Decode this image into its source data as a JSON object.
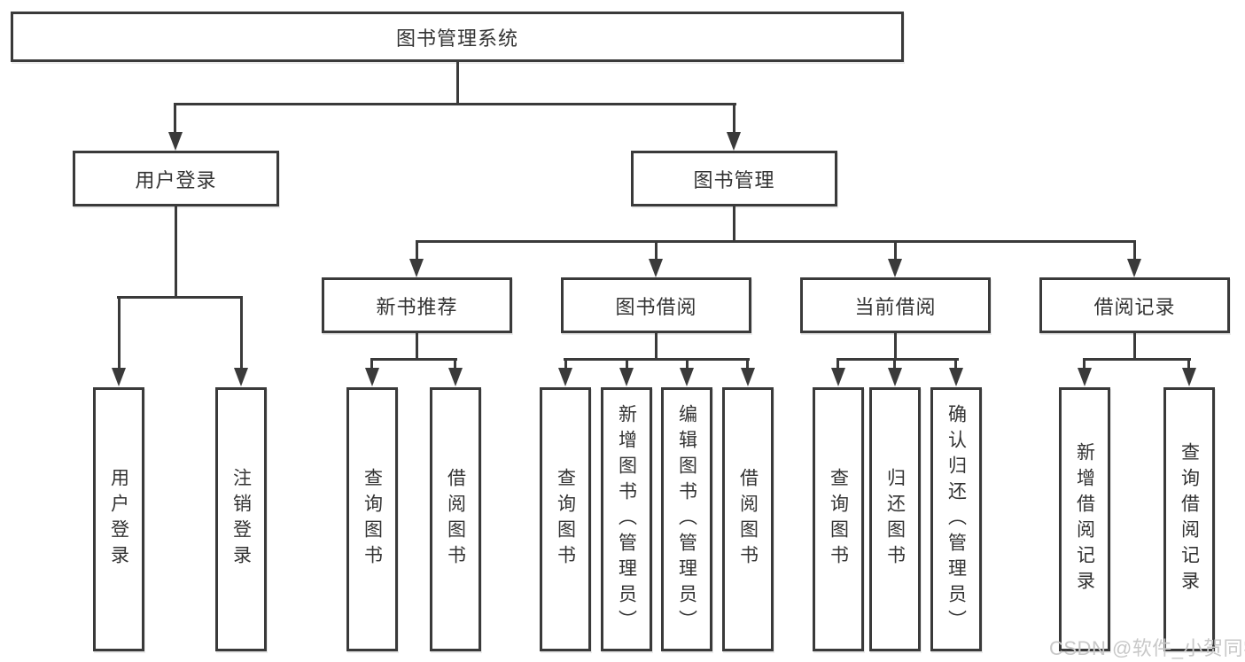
{
  "diagram": {
    "root_label": "图书管理系统",
    "level2": [
      "用户登录",
      "图书管理"
    ],
    "level3": [
      "新书推荐",
      "图书借阅",
      "当前借阅",
      "借阅记录"
    ],
    "leaves": [
      "用户登录",
      "注销登录",
      "查询图书",
      "借阅图书",
      "查询图书",
      "新增图书（管理员）",
      "编辑图书（管理员）",
      "借阅图书",
      "查询图书",
      "归还图书",
      "确认归还（管理员）",
      "新增借阅记录",
      "查询借阅记录"
    ],
    "watermark": "CSDN @软件_小贺同学",
    "colors": {
      "line": "#3a3a3a",
      "text": "#333333",
      "watermark": "#c8c8c8",
      "background": "#ffffff"
    }
  }
}
